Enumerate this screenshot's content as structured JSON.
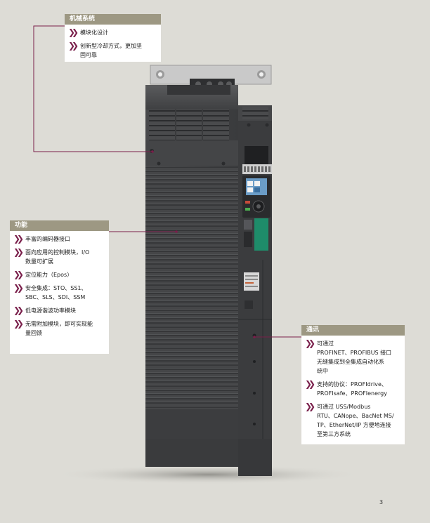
{
  "page_number": "3",
  "callouts": {
    "mechanical": {
      "title": "机械系统",
      "items": [
        {
          "text": "模块化设计"
        },
        {
          "text": "创新型冷却方式，更加坚\n固可靠"
        }
      ]
    },
    "functions": {
      "title": "功能",
      "items": [
        {
          "text": "丰富的编码器接口"
        },
        {
          "text": "面向应用的控制模块，I/O\n数量可扩展"
        },
        {
          "text": "定位能力（Epos）"
        },
        {
          "text": "安全集成：STO、SS1、\nSBC、SLS、SDI、SSM"
        },
        {
          "text": "低电源谐波功率模块"
        },
        {
          "text": "无需附加模块，即可实现能\n量回馈"
        }
      ]
    },
    "communication": {
      "title": "通讯",
      "items": [
        {
          "text": "可通过\nPROFINET、PROFIBUS 接口\n无缝集成到全集成自动化系\n统中"
        },
        {
          "text": "支持的协议：PROFIdrive、\nPROFIsafe、PROFIenergy"
        },
        {
          "text": "可通过 USS/Modbus\nRTU、CANope、BacNet MS/\nTP、EtherNet/IP 方便地连接\n至第三方系统"
        }
      ]
    }
  },
  "colors": {
    "background": "#dddcd6",
    "callout_header": "#9d9883",
    "bullet_accent": "#7a1f4b",
    "device_body": "#3e3f41",
    "display_accent": "#1e8c6a"
  },
  "icons": {
    "bullet": "double-chevron-right-icon"
  }
}
